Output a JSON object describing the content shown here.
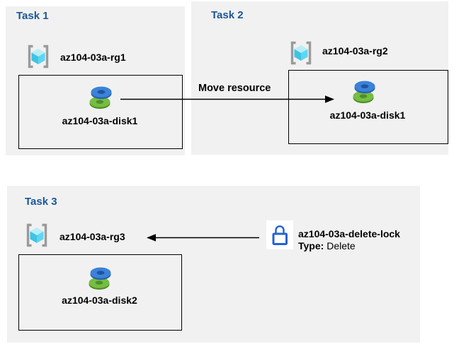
{
  "tasks": [
    {
      "title": "Task 1",
      "rg_name": "az104-03a-rg1",
      "disk_name": "az104-03a-disk1"
    },
    {
      "title": "Task 2",
      "rg_name": "az104-03a-rg2",
      "disk_name": "az104-03a-disk1"
    },
    {
      "title": "Task 3",
      "rg_name": "az104-03a-rg3",
      "disk_name": "az104-03a-disk2"
    }
  ],
  "arrows": {
    "move_label": "Move resource"
  },
  "lock": {
    "name": "az104-03a-delete-lock",
    "type_label": "Type:",
    "type_value": "Delete"
  },
  "colors": {
    "panel_bg": "#f1f1f1",
    "title_blue": "#1a5796",
    "text_black": "#000000",
    "box_border": "#000000",
    "arrow_black": "#000000",
    "lock_blue": "#2563d0",
    "disk_blue_top": "#3b82d8",
    "disk_blue_side": "#2a62ad",
    "disk_blue_hole": "#1d55a0",
    "disk_green_top": "#76bd43",
    "disk_green_side": "#4f8f29",
    "rg_bracket_gray": "#9a9a9a",
    "rg_cube_top": "#b9edf8",
    "rg_cube_left": "#3fc3e3",
    "rg_cube_right": "#5dd6f2"
  }
}
